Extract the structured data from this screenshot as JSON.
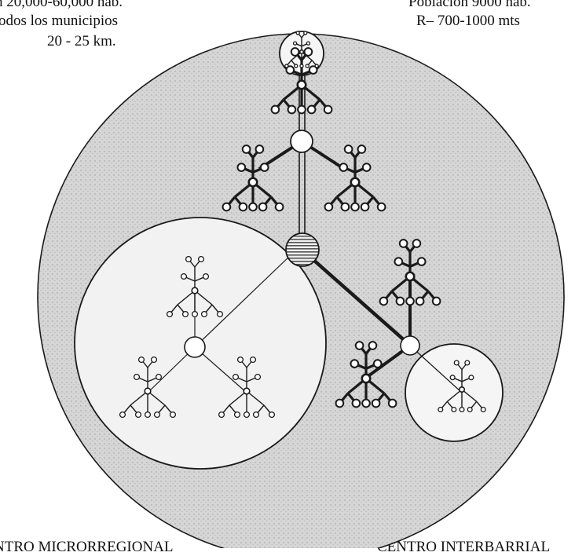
{
  "labels": {
    "top_left_line1": "n 20,000-60,000 hab.",
    "top_left_line2": "odos los municipios",
    "top_left_line3": "20 - 25 km.",
    "top_right_line1": "Población 9000 hab.",
    "top_right_line2": "R– 700-1000 mts",
    "bottom_left": "NTRO MICRORREGIONAL",
    "bottom_right": "CENTRO INTERBARRIAL"
  },
  "colors": {
    "big_circle_fill": "#d4d4d4",
    "inner_circle_fill": "#f2f2f2",
    "stroke": "#1a1a1a"
  }
}
